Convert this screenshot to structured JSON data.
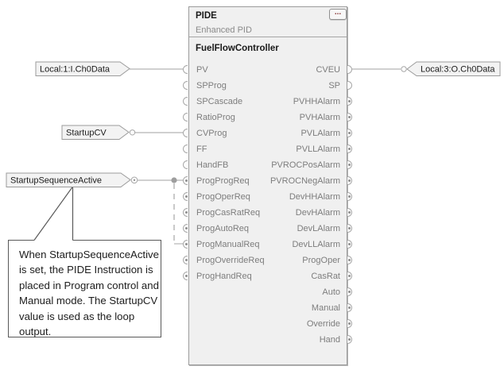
{
  "block": {
    "title": "PIDE",
    "subtitle": "Enhanced PID",
    "instruction_tag": "FuelFlowController",
    "properties_button_label": "...",
    "inputs": [
      "PV",
      "SPProg",
      "SPCascade",
      "RatioProg",
      "CVProg",
      "FF",
      "HandFB",
      "ProgProgReq",
      "ProgOperReq",
      "ProgCasRatReq",
      "ProgAutoReq",
      "ProgManualReq",
      "ProgOverrideReq",
      "ProgHandReq"
    ],
    "outputs": [
      "CVEU",
      "SP",
      "PVHHAlarm",
      "PVHAlarm",
      "PVLAlarm",
      "PVLLAlarm",
      "PVROCPosAlarm",
      "PVROCNegAlarm",
      "DevHHAlarm",
      "DevHAlarm",
      "DevLAlarm",
      "DevLLAlarm",
      "ProgOper",
      "CasRat",
      "Auto",
      "Manual",
      "Override",
      "Hand"
    ]
  },
  "wired_tags": {
    "pv_input": "Local:1:I.Ch0Data",
    "cvprog_input": "StartupCV",
    "progreq_input": "StartupSequenceActive",
    "cveu_output": "Local:3:O.Ch0Data"
  },
  "annotation": {
    "lines": [
      "When StartupSequenceActive",
      "is set, the PIDE Instruction is",
      "placed in Program control and",
      "Manual mode. The StartupCV",
      "value is used as the loop",
      "output."
    ]
  },
  "colors": {
    "wire": "#b3b3b3",
    "block_fill": "#f0f0f0",
    "block_border": "#9b9b9b",
    "param_text": "#7d7d7d",
    "annotation_border": "#595959",
    "ellipsis_dots": "#8b3a3a"
  }
}
